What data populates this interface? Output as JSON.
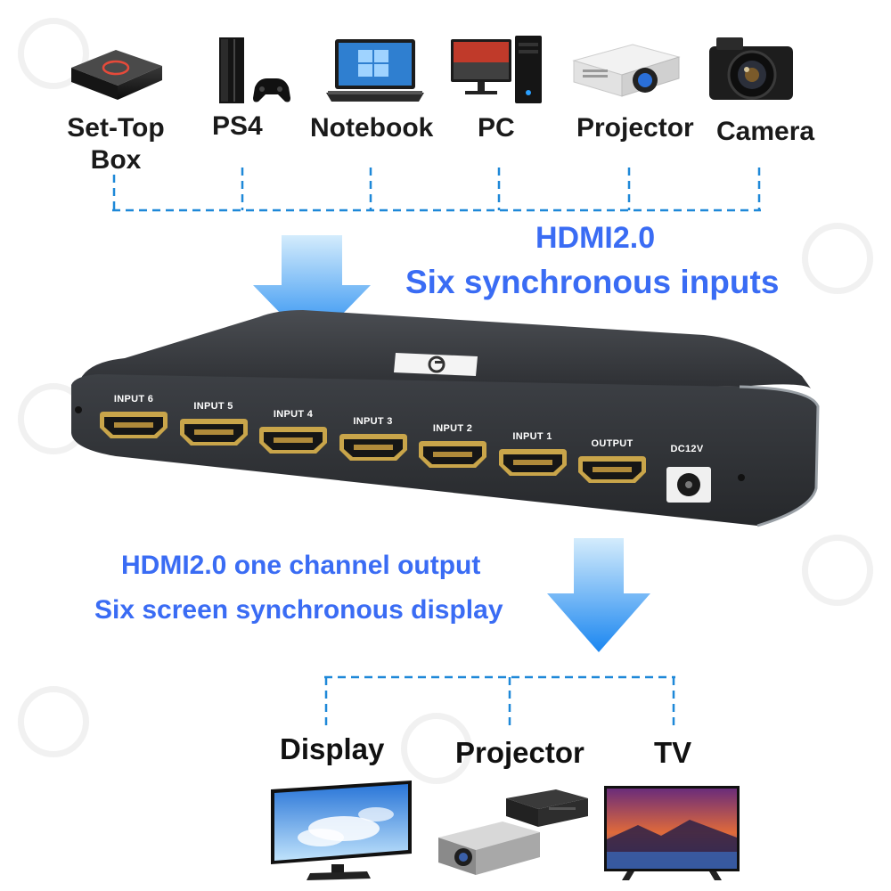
{
  "sources": [
    {
      "name": "set-top-box",
      "label": "Set-Top Box"
    },
    {
      "name": "ps4",
      "label": "PS4"
    },
    {
      "name": "notebook",
      "label": "Notebook"
    },
    {
      "name": "pc",
      "label": "PC"
    },
    {
      "name": "projector",
      "label": "Projector"
    },
    {
      "name": "camera",
      "label": "Camera"
    }
  ],
  "inputs_heading": {
    "line1": "HDMI2.0",
    "line2": "Six synchronous inputs"
  },
  "device": {
    "ports": [
      "INPUT 6",
      "INPUT 5",
      "INPUT 4",
      "INPUT 3",
      "INPUT 2",
      "INPUT 1",
      "OUTPUT"
    ],
    "power_label": "DC12V",
    "logo_icon": "brand-logo-icon"
  },
  "output_heading": {
    "line1": "HDMI2.0 one channel output",
    "line2": "Six screen synchronous display"
  },
  "outputs": [
    {
      "name": "display",
      "label": "Display"
    },
    {
      "name": "projector",
      "label": "Projector"
    },
    {
      "name": "tv",
      "label": "TV"
    }
  ],
  "colors": {
    "accent_text": "#3a6cf4",
    "connector_line": "#1e88d8",
    "arrow_top": "#bfe3fb",
    "arrow_bottom": "#1a86f0",
    "device_body": "#3c3f44",
    "port_gold": "#c9a54a"
  }
}
